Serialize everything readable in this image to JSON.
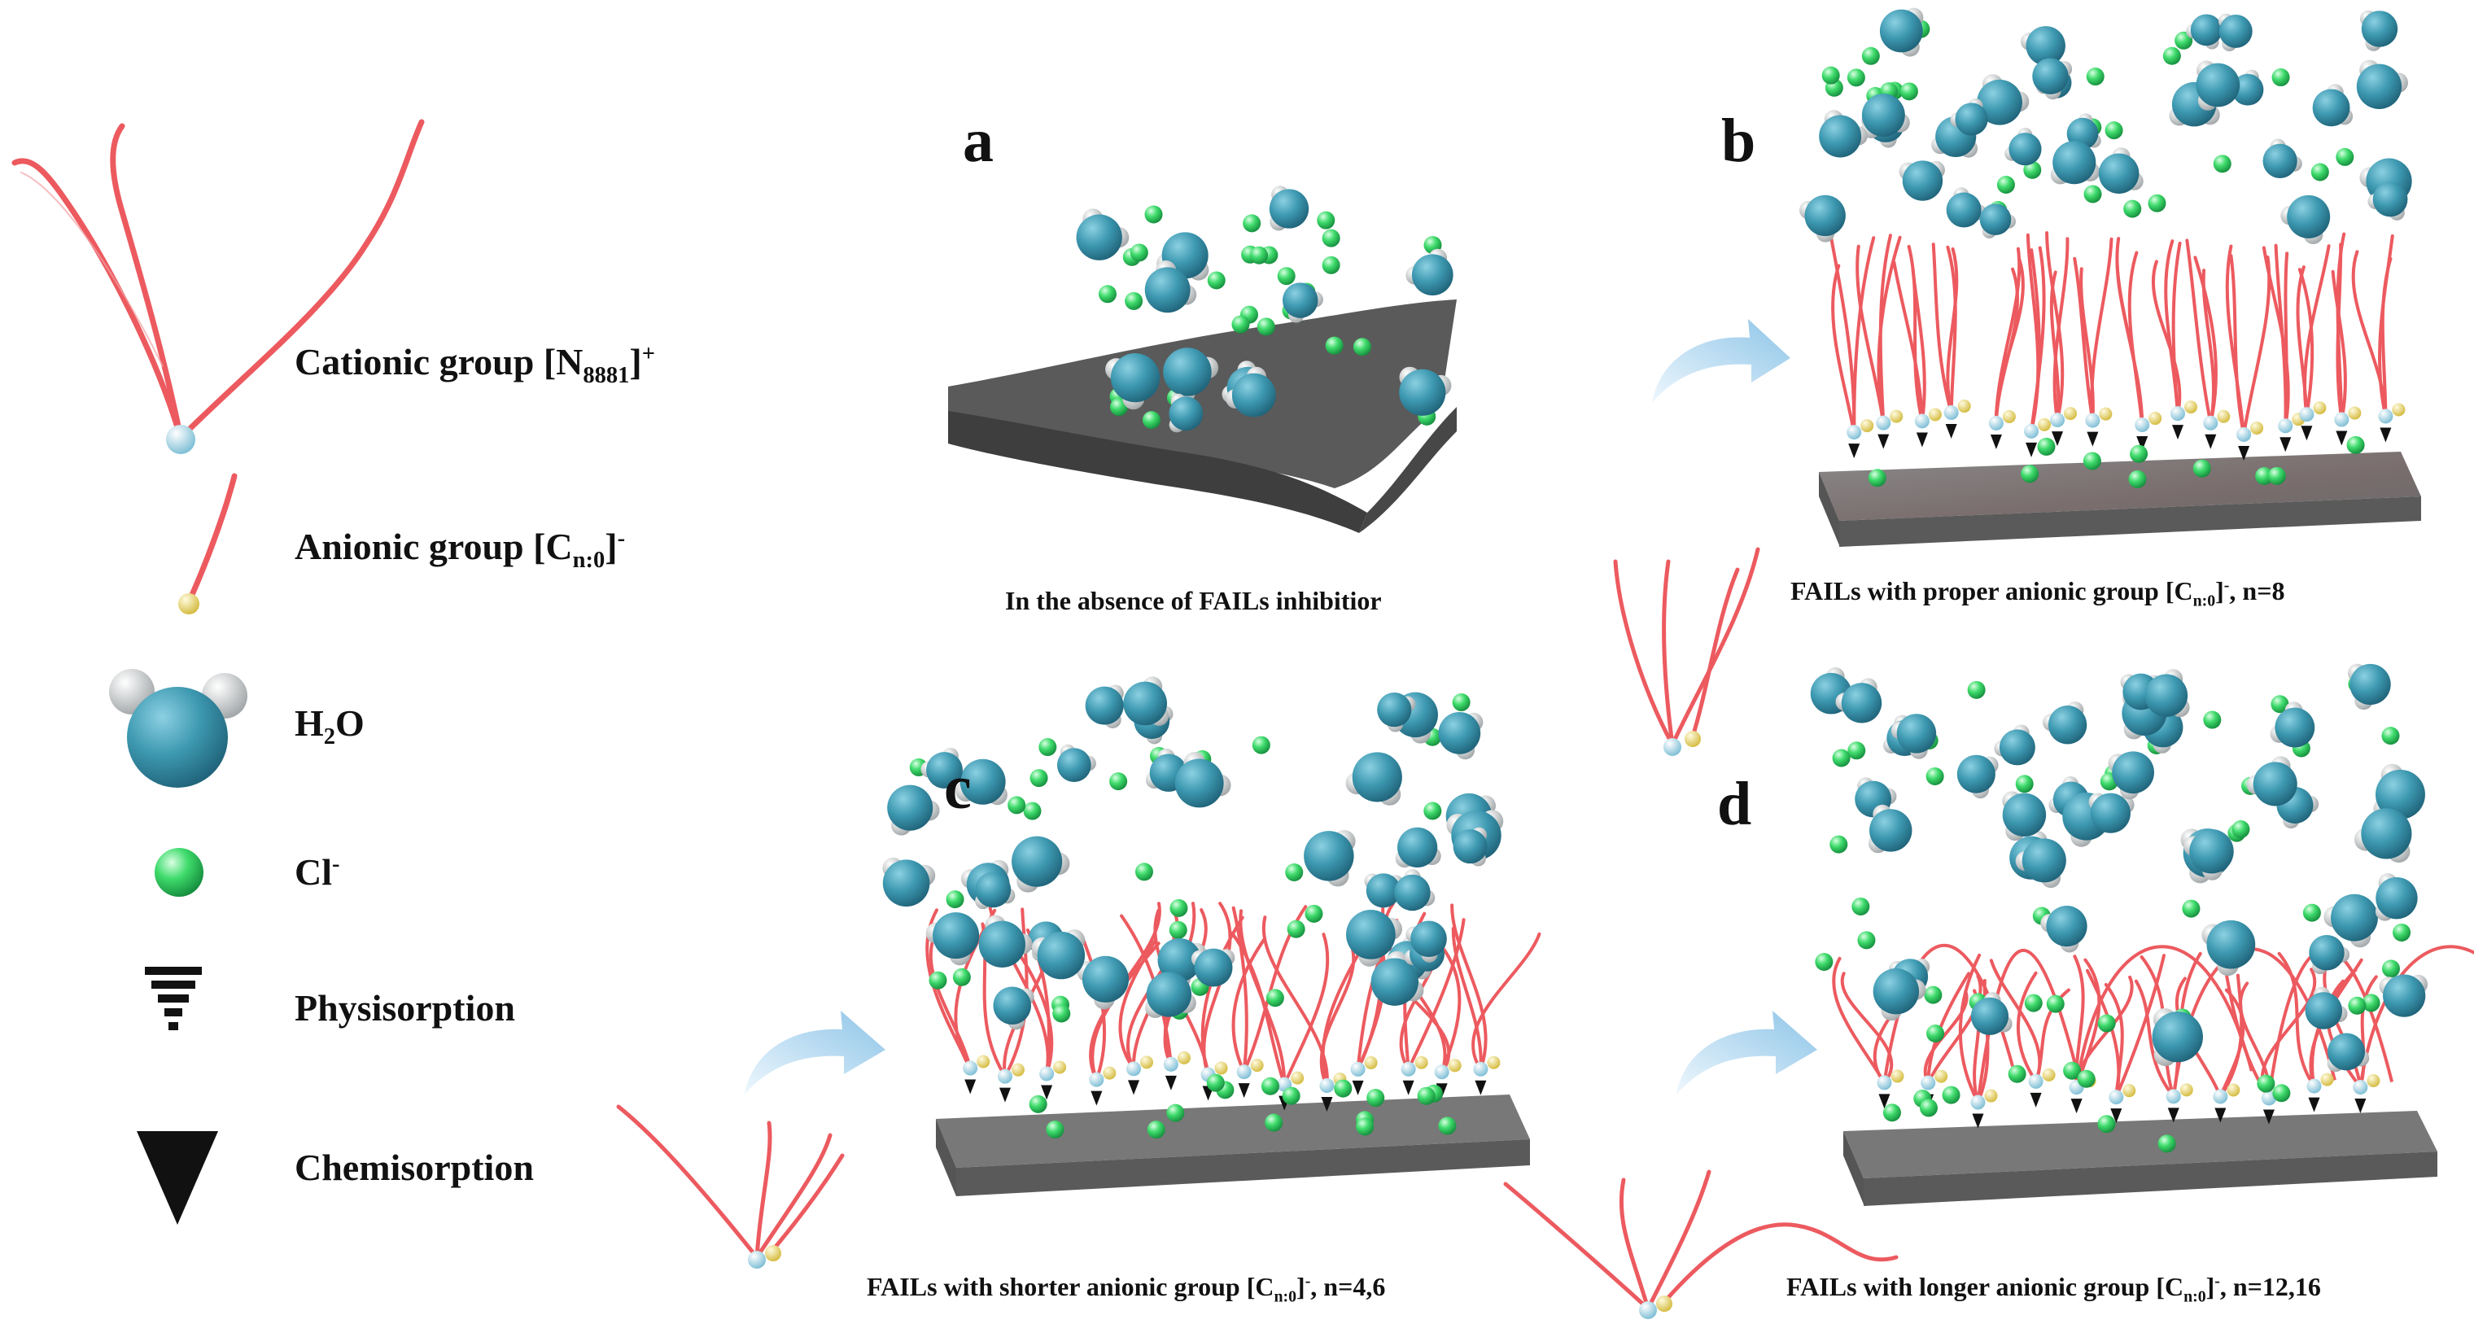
{
  "legend": {
    "cationic": {
      "text": "Cationic group [N",
      "sub": "8881",
      "sup": "+",
      "after": ""
    },
    "anionic": {
      "text": "Anionic group [C",
      "sub": "n:0",
      "sup": "-",
      "after": ""
    },
    "water": {
      "text": "H",
      "sub": "2",
      "after": "O"
    },
    "chloride": {
      "text": "Cl",
      "sup": "-"
    },
    "physisorption": "Physisorption",
    "chemisorption": "Chemisorption"
  },
  "panels": {
    "a": {
      "letter": "a",
      "caption": "In the absence of FAILs inhibitior"
    },
    "b": {
      "letter": "b",
      "caption_pre": "FAILs with proper anionic group [C",
      "caption_sub": "n:0",
      "caption_sup": "-",
      "caption_post": ", n=8"
    },
    "c": {
      "letter": "c",
      "caption_pre": "FAILs with shorter anionic group [C",
      "caption_sub": "n:0",
      "caption_sup": "-",
      "caption_post": ", n=4,6"
    },
    "d": {
      "letter": "d",
      "caption_pre": "FAILs with longer anionic group [C",
      "caption_sub": "n:0",
      "caption_sup": "-",
      "caption_post": ", n=12,16"
    }
  },
  "colors": {
    "chain": "#ec5a5f",
    "water_o": "#3d99b1",
    "water_h": "#e9eaea",
    "chloride": "#3fdb6c",
    "cation_head": "#b6e2f0",
    "anion_head": "#f2e072",
    "substrate_top": "#777777",
    "substrate_side": "#505050",
    "arrow": "#8ec5e8"
  },
  "icons": [
    "chain-icon",
    "water-molecule-icon",
    "chloride-ion-icon",
    "physisorption-icon",
    "chemisorption-icon",
    "curved-arrow-icon"
  ]
}
